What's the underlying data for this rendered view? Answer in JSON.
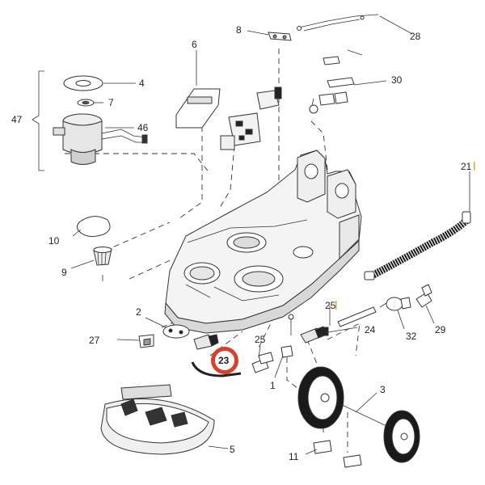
{
  "callouts": {
    "c1": "1",
    "c2": "2",
    "c3": "3",
    "c4": "4",
    "c5": "5",
    "c6": "6",
    "c7": "7",
    "c8": "8",
    "c9": "9",
    "c10": "10",
    "c11": "11",
    "c21": "21",
    "c23": "23",
    "c24": "24",
    "c25a": "25",
    "c25b": "25",
    "c27": "27",
    "c28": "28",
    "c29": "29",
    "c30": "30",
    "c32": "32",
    "c46": "46",
    "c47": "47"
  },
  "highlight": {
    "label": "23",
    "ring_color": "#d8402a"
  },
  "colors": {
    "line": "#333333",
    "part_fill": "#f2f2f2",
    "dark_part": "#1a1a1a",
    "accent_tick": "#f0a020"
  }
}
